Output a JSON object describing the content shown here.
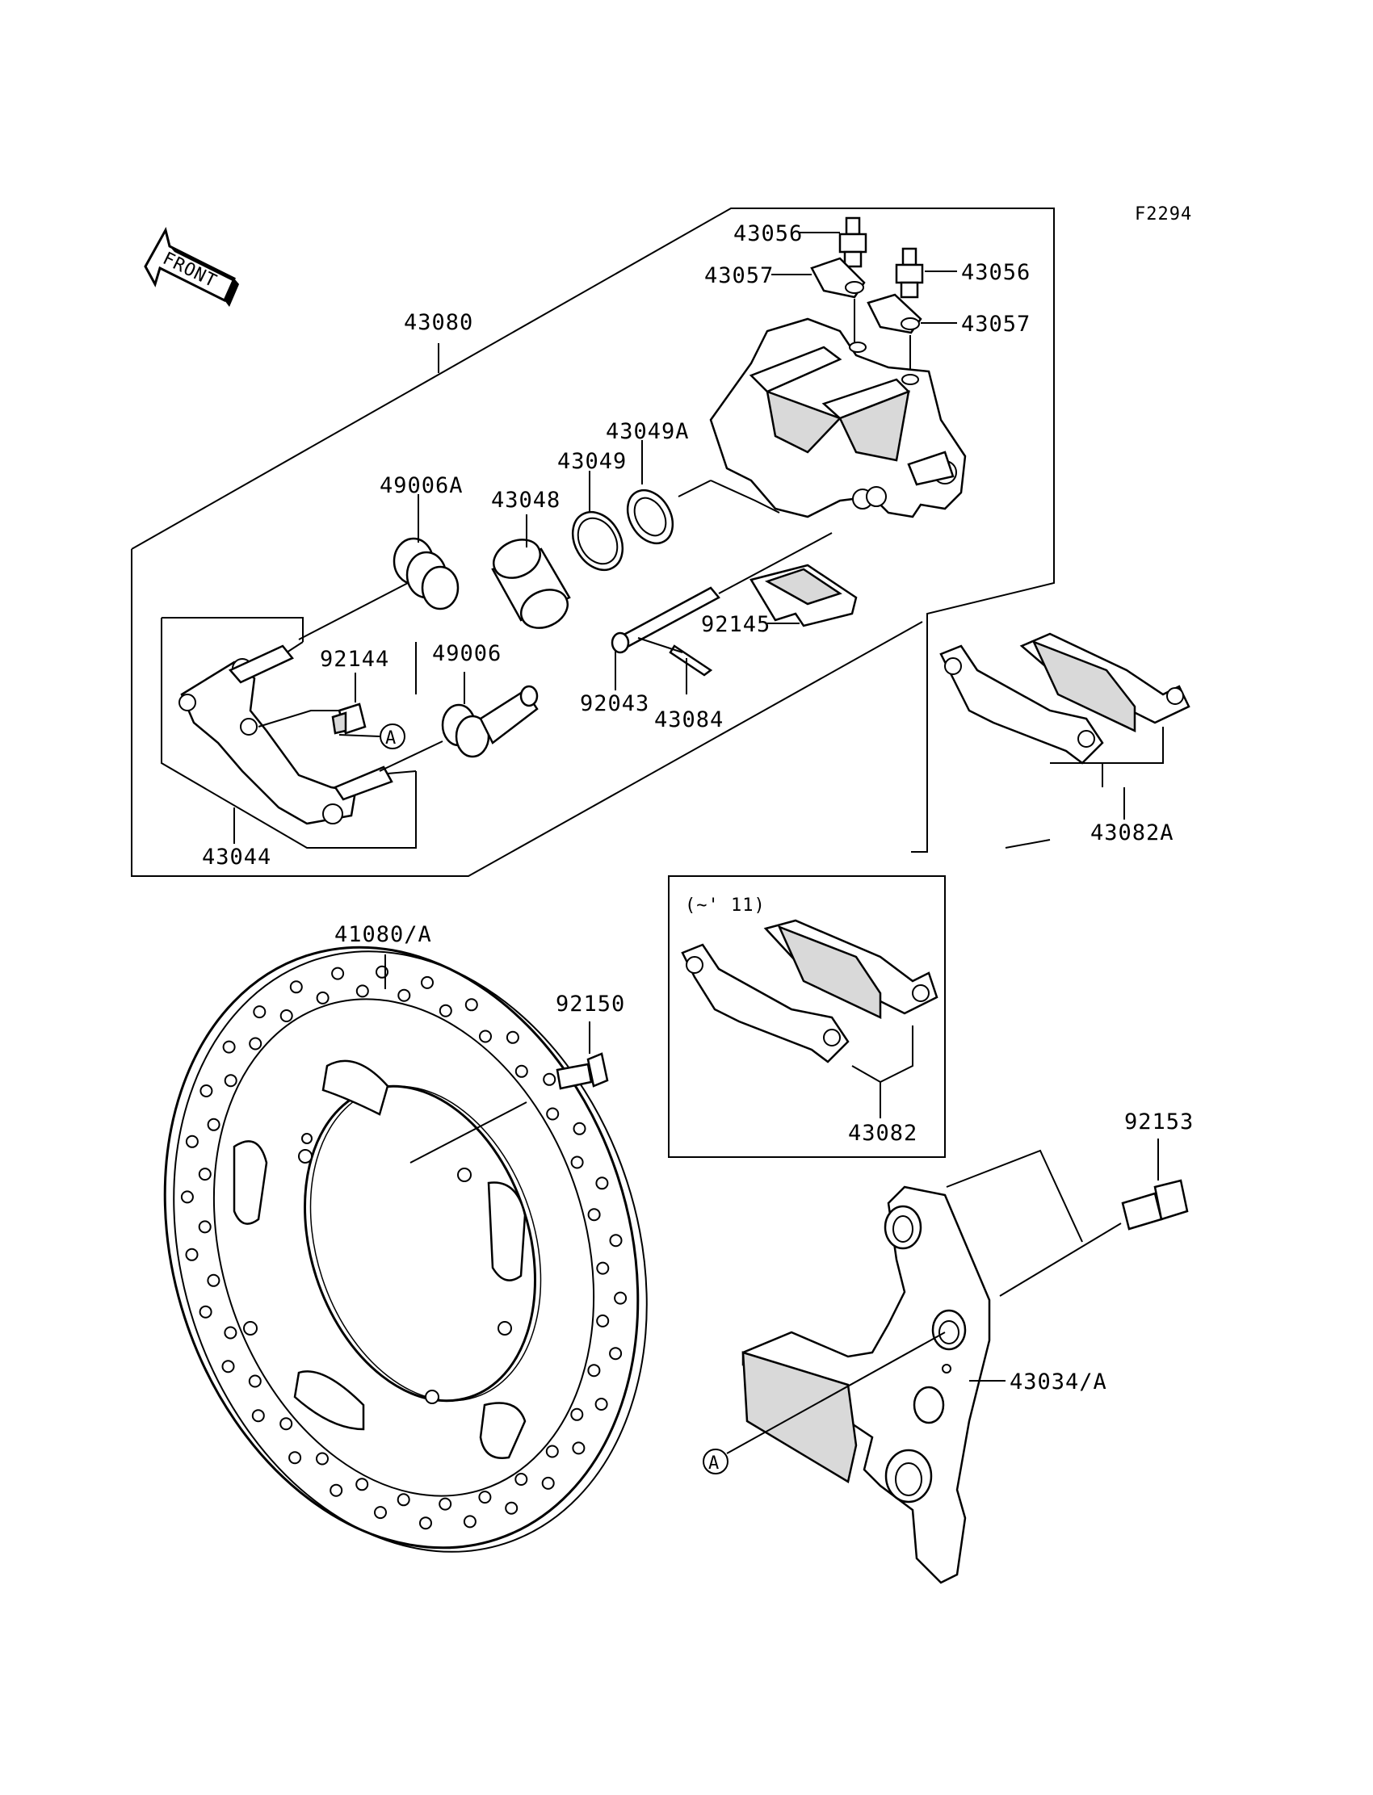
{
  "figure_code": "F2294",
  "front_arrow_label": "FRONT",
  "pad_variant_note": "(~' 11)",
  "callout_a": "A",
  "part_numbers": {
    "p43056_upper": "43056",
    "p43056_lower": "43056",
    "p43057_upper": "43057",
    "p43057_lower": "43057",
    "p43080": "43080",
    "p43049a": "43049A",
    "p43049": "43049",
    "p49006a": "49006A",
    "p43048": "43048",
    "p92144": "92144",
    "p49006": "49006",
    "p92145": "92145",
    "p92043": "92043",
    "p43084": "43084",
    "p43044": "43044",
    "p43082a": "43082A",
    "p41080a": "41080/A",
    "p92150": "92150",
    "p43082": "43082",
    "p92153": "92153",
    "p43034a": "43034/A"
  }
}
